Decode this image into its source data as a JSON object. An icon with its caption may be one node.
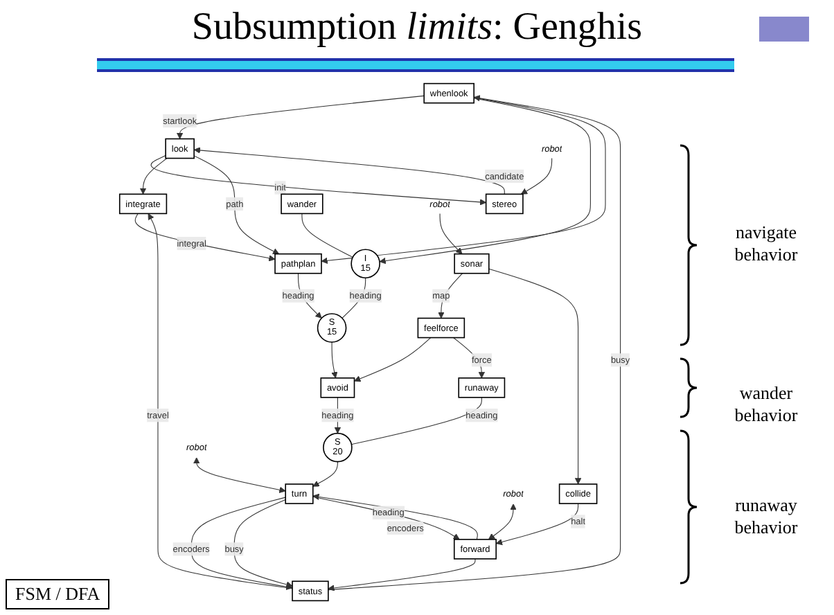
{
  "diagram": {
    "title": "Subsumption *limits*: Genghis",
    "nodes": [
      {
        "text": [
          "whenlook"
        ]
      },
      {
        "text": [
          "stereo"
        ]
      },
      {
        "text": [
          "look"
        ]
      },
      {
        "text": [
          "integrate"
        ]
      },
      {
        "text": [
          "pathplan"
        ]
      },
      {
        "text": [
          "wander"
        ]
      },
      {
        "text": [
          "I",
          "15"
        ]
      },
      {
        "text": [
          "S",
          "15"
        ]
      },
      {
        "text": [
          "avoid"
        ]
      },
      {
        "text": [
          "feelforce"
        ]
      },
      {
        "text": [
          "runaway"
        ]
      },
      {
        "text": [
          "S",
          "20"
        ]
      },
      {
        "text": [
          "turn"
        ]
      },
      {
        "text": [
          "forward"
        ]
      },
      {
        "text": [
          "status"
        ]
      },
      {
        "text": [
          "sonar"
        ]
      },
      {
        "text": [
          "collide"
        ]
      },
      {
        "text": [
          "robot"
        ]
      },
      {
        "text": [
          "robot"
        ]
      },
      {
        "text": [
          "robot"
        ]
      },
      {
        "text": [
          "robot"
        ]
      }
    ],
    "edges": [
      {
        "from": 17,
        "to": 1,
        "arrow": "to"
      },
      {
        "from": 1,
        "to": 2,
        "arrow": "to",
        "label": "candidate"
      },
      {
        "from": 2,
        "to": 1,
        "arrow": "to",
        "label": "init"
      },
      {
        "from": 0,
        "to": 2,
        "arrow": "to",
        "label": "startlook"
      },
      {
        "from": 0,
        "to": 6,
        "arrow": "to"
      },
      {
        "from": 0,
        "to": 4,
        "arrow": "to"
      },
      {
        "from": 2,
        "to": 3,
        "arrow": "to"
      },
      {
        "from": 2,
        "to": 4,
        "arrow": "to",
        "label": "path"
      },
      {
        "from": 3,
        "to": 4,
        "arrow": "to",
        "label": "integral"
      },
      {
        "from": 4,
        "to": 7,
        "arrow": "to",
        "label": "heading"
      },
      {
        "from": 14,
        "to": 0,
        "arrow": "to",
        "label": "busy"
      },
      {
        "from": 14,
        "to": 3,
        "arrow": "to",
        "label": "travel"
      },
      {
        "from": 5,
        "to": 6,
        "arrow": "none"
      },
      {
        "from": 6,
        "to": 7,
        "arrow": "none",
        "label": "heading"
      },
      {
        "from": 7,
        "to": 8,
        "arrow": "to"
      },
      {
        "from": 8,
        "to": 11,
        "arrow": "to",
        "label": "heading"
      },
      {
        "from": 9,
        "to": 8,
        "arrow": "to"
      },
      {
        "from": 9,
        "to": 10,
        "arrow": "to",
        "label": "force"
      },
      {
        "from": 10,
        "to": 11,
        "arrow": "none",
        "label": "heading"
      },
      {
        "from": 11,
        "to": 12,
        "arrow": "to"
      },
      {
        "from": 18,
        "to": 12,
        "arrow": "both"
      },
      {
        "from": 19,
        "to": 13,
        "arrow": "both"
      },
      {
        "from": 12,
        "to": 14,
        "arrow": "to",
        "label": "encoders"
      },
      {
        "from": 12,
        "to": 14,
        "arrow": "to",
        "label": "busy"
      },
      {
        "from": 12,
        "to": 13,
        "arrow": "to",
        "label": "heading"
      },
      {
        "from": 13,
        "to": 14,
        "arrow": "to"
      },
      {
        "from": 13,
        "to": 12,
        "arrow": "to",
        "label": "encoders"
      },
      {
        "from": 20,
        "to": 15,
        "arrow": "to"
      },
      {
        "from": 15,
        "to": 9,
        "arrow": "to",
        "label": "map"
      },
      {
        "from": 15,
        "to": 16,
        "arrow": "to"
      },
      {
        "from": 16,
        "to": 13,
        "arrow": "to",
        "label": "halt"
      }
    ],
    "labels": [
      "navigate behavior",
      "wander behavior",
      "runaway behavior",
      "FSM / DFA"
    ]
  }
}
